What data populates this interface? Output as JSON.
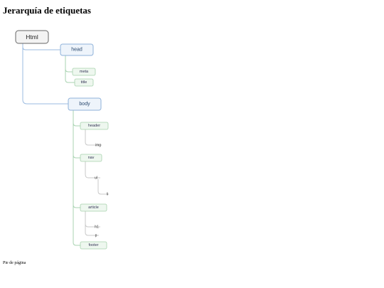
{
  "page": {
    "title": "Jerarquía de etiquetas",
    "footer": "Pie de página"
  },
  "tree": {
    "root": "Html",
    "head": {
      "label": "head",
      "children": [
        "meta",
        "title"
      ]
    },
    "body": {
      "label": "body",
      "header": {
        "label": "header",
        "children": [
          "img"
        ]
      },
      "nav": {
        "label": "nav",
        "children": [
          "ul"
        ],
        "grandchildren": [
          "li"
        ]
      },
      "article": {
        "label": "article",
        "children": [
          "h1",
          "p"
        ]
      },
      "footer": {
        "label": "footer"
      }
    }
  },
  "colors": {
    "root_fill": "#f3f3f3",
    "root_stroke": "#666666",
    "level1_fill": "#eef4fb",
    "level1_stroke": "#8fb2da",
    "level2_fill": "#eef7ef",
    "level2_stroke": "#a6d2ad",
    "root_link": "#9bbbe0",
    "child_link": "#a8d3b1",
    "leaf_link": "#c9c9c9"
  }
}
